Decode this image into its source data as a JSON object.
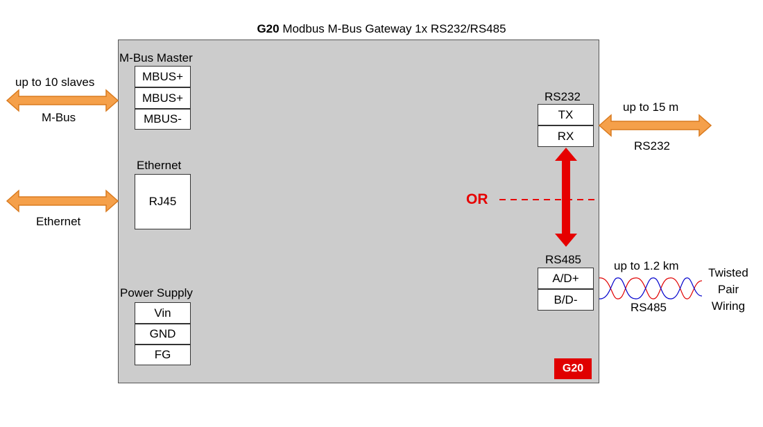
{
  "title": {
    "bold": "G20",
    "rest": " Modbus M-Bus Gateway 1x RS232/RS485"
  },
  "mbus": {
    "header": "M-Bus Master",
    "terminals": [
      "MBUS+",
      "MBUS+",
      "MBUS-"
    ],
    "arrow_top": "up to 10 slaves",
    "arrow_bottom": "M-Bus"
  },
  "ethernet": {
    "header": "Ethernet",
    "port": "RJ45",
    "arrow_bottom": "Ethernet"
  },
  "power": {
    "header": "Power Supply",
    "terminals": [
      "Vin",
      "GND",
      "FG"
    ]
  },
  "rs232": {
    "header": "RS232",
    "terminals": [
      "TX",
      "RX"
    ],
    "arrow_top": "up to 15 m",
    "arrow_bottom": "RS232"
  },
  "rs485": {
    "header": "RS485",
    "terminals": [
      "A/D+",
      "B/D-"
    ],
    "cable_top": "up to 1.2 km",
    "cable_bottom": "RS485",
    "cable_side": [
      "Twisted",
      "Pair",
      "Wiring"
    ]
  },
  "or_label": "OR",
  "badge": "G20",
  "colors": {
    "device_fill": "#cccccc",
    "arrow_fill": "#f5a04a",
    "arrow_stroke": "#d97a1e",
    "or_red": "#e60000",
    "badge_red": "#e00000",
    "wire_red": "#e00000",
    "wire_blue": "#0000cc"
  }
}
